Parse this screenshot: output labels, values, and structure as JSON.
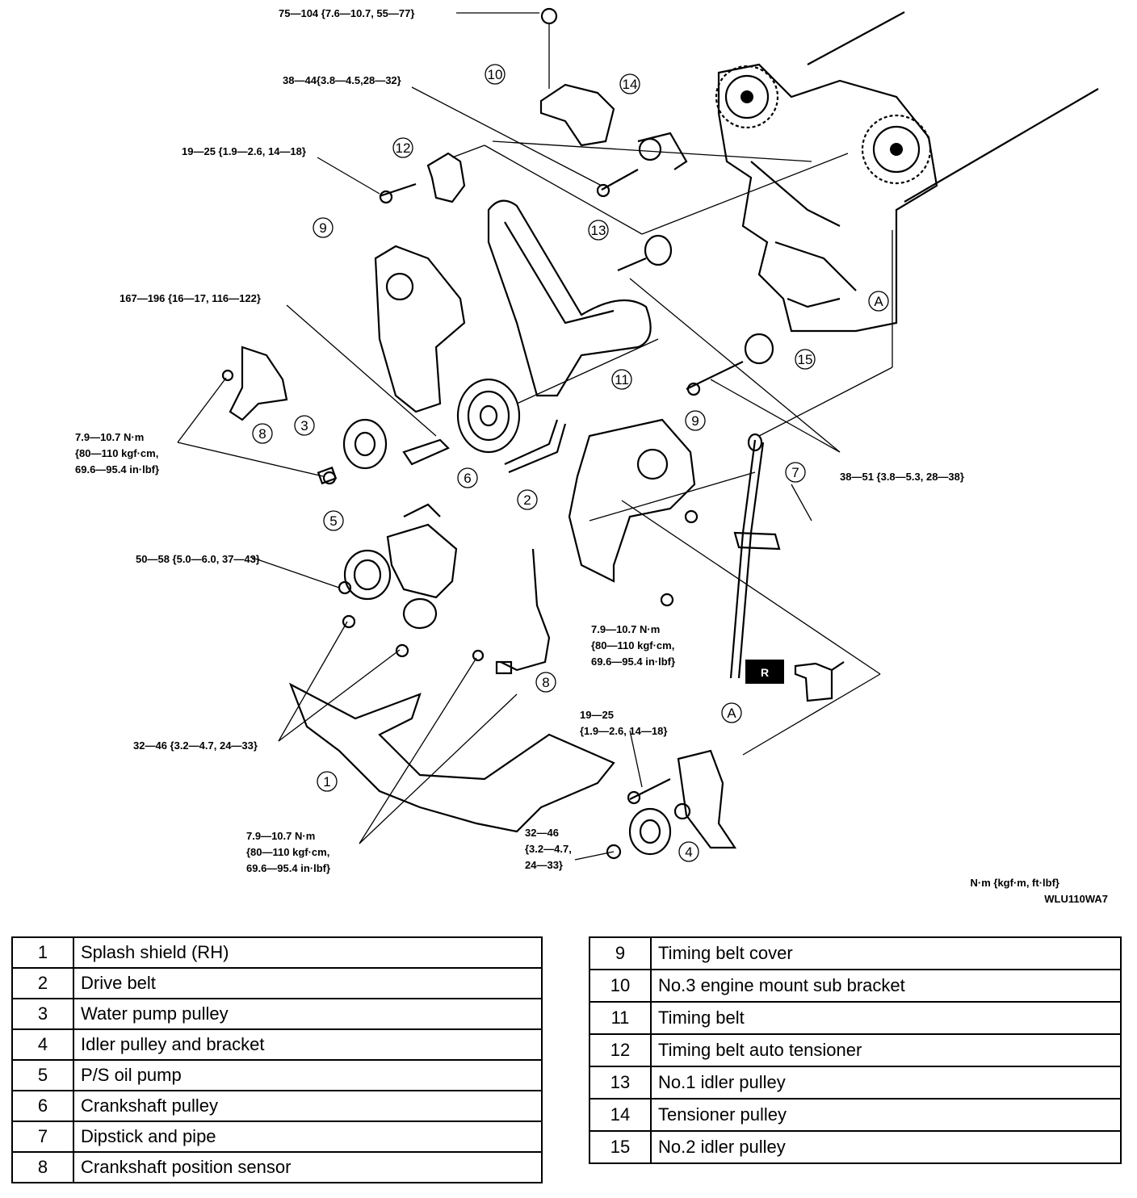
{
  "torque_specs": {
    "t1": "75—104 {7.6—10.7, 55—77}",
    "t2": "38—44{3.8—4.5,28—32}",
    "t3": "19—25 {1.9—2.6, 14—18}",
    "t4": "167—196 {16—17, 116—122}",
    "t5": [
      "7.9—10.7 N·m",
      "{80—110 kgf·cm,",
      "69.6—95.4 in·lbf}"
    ],
    "t6": "38—51 {3.8—5.3, 28—38}",
    "t7": "50—58 {5.0—6.0, 37—43}",
    "t8": [
      "7.9—10.7 N·m",
      "{80—110 kgf·cm,",
      "69.6—95.4 in·lbf}"
    ],
    "t9": [
      "19—25",
      "{1.9—2.6, 14—18}"
    ],
    "t10": "32—46 {3.2—4.7, 24—33}",
    "t11": [
      "7.9—10.7 N·m",
      "{80—110 kgf·cm,",
      "69.6—95.4 in·lbf}"
    ],
    "t12": [
      "32—46",
      "{3.2—4.7,",
      "24—33}"
    ]
  },
  "callouts": {
    "c1": "1",
    "c2": "2",
    "c3": "3",
    "c4": "4",
    "c5": "5",
    "c6": "6",
    "c7": "7",
    "c8a": "8",
    "c8b": "8",
    "c9a": "9",
    "c9b": "9",
    "c10": "10",
    "c11": "11",
    "c12": "12",
    "c13": "13",
    "c14": "14",
    "c15": "15",
    "ca1": "A",
    "ca2": "A"
  },
  "r_marker": "R",
  "units_note": "N·m {kgf·m, ft·lbf}",
  "figure_code": "WLU110WA7",
  "legend_left": [
    {
      "num": "1",
      "name": "Splash shield (RH)"
    },
    {
      "num": "2",
      "name": "Drive belt"
    },
    {
      "num": "3",
      "name": "Water pump pulley"
    },
    {
      "num": "4",
      "name": "Idler pulley and bracket"
    },
    {
      "num": "5",
      "name": "P/S oil pump"
    },
    {
      "num": "6",
      "name": "Crankshaft pulley"
    },
    {
      "num": "7",
      "name": "Dipstick and pipe"
    },
    {
      "num": "8",
      "name": "Crankshaft position sensor"
    }
  ],
  "legend_right": [
    {
      "num": "9",
      "name": "Timing belt cover"
    },
    {
      "num": "10",
      "name": "No.3 engine mount sub bracket"
    },
    {
      "num": "11",
      "name": "Timing belt"
    },
    {
      "num": "12",
      "name": "Timing belt auto tensioner"
    },
    {
      "num": "13",
      "name": "No.1 idler pulley"
    },
    {
      "num": "14",
      "name": "Tensioner pulley"
    },
    {
      "num": "15",
      "name": "No.2 idler pulley"
    }
  ]
}
